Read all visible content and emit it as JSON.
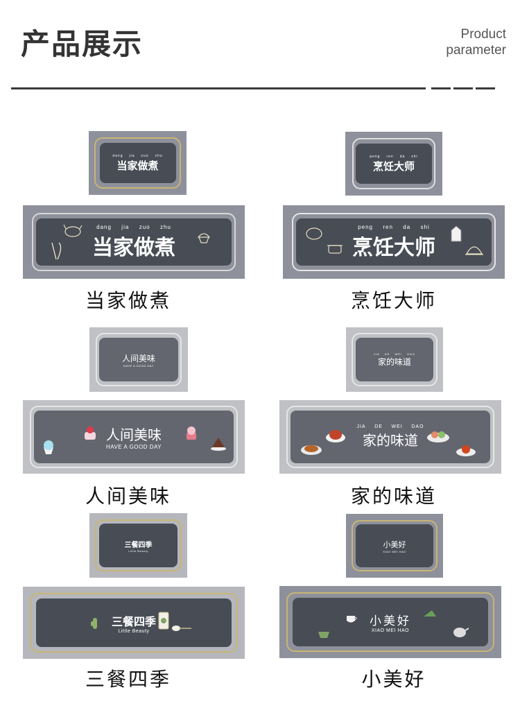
{
  "header": {
    "title": "产品展示",
    "subtitle_line1": "Product",
    "subtitle_line2": "parameter"
  },
  "colors": {
    "mat_bg": "#8e919b",
    "panel": "#474c55",
    "gold": "#c9b574",
    "light_gray": "#bfc1c4"
  },
  "products": [
    {
      "caption": "当家做煮",
      "mat_text": "当家做煮",
      "pinyin": [
        "dang",
        "jia",
        "zuo",
        "zhu"
      ],
      "english": "",
      "icons": [
        "chicken-icon",
        "fork-knife-icon",
        "cupcake-icon"
      ]
    },
    {
      "caption": "烹饪大师",
      "mat_text": "烹饪大师",
      "pinyin": [
        "peng",
        "ren",
        "da",
        "shi"
      ],
      "english": "",
      "icons": [
        "bread-icon",
        "pot-icon",
        "milk-carton-icon",
        "cloche-icon"
      ]
    },
    {
      "caption": "人间美味",
      "mat_text": "人间美味",
      "pinyin": [],
      "english": "HAVE A GOOD DAY",
      "icons": [
        "strawberry-cake-icon",
        "cupcake-icon",
        "chocolate-cake-icon"
      ]
    },
    {
      "caption": "家的味道",
      "mat_text": "家的味道",
      "pinyin": [
        "JIA",
        "DE",
        "WEI",
        "DAO"
      ],
      "english": "",
      "icons": [
        "dish-icon",
        "roast-icon",
        "salad-icon",
        "shrimp-icon"
      ]
    },
    {
      "caption": "三餐四季",
      "mat_text": "三餐四季",
      "pinyin": [],
      "english": "Little Beauty",
      "icons": [
        "cactus-icon",
        "cup-icon",
        "spoon-icon"
      ]
    },
    {
      "caption": "小美好",
      "mat_text": "小美好",
      "pinyin": [],
      "english": "XIAO MEI HAO",
      "icons": [
        "teacup-icon",
        "cake-slice-icon",
        "basket-icon",
        "teapot-icon"
      ]
    }
  ]
}
